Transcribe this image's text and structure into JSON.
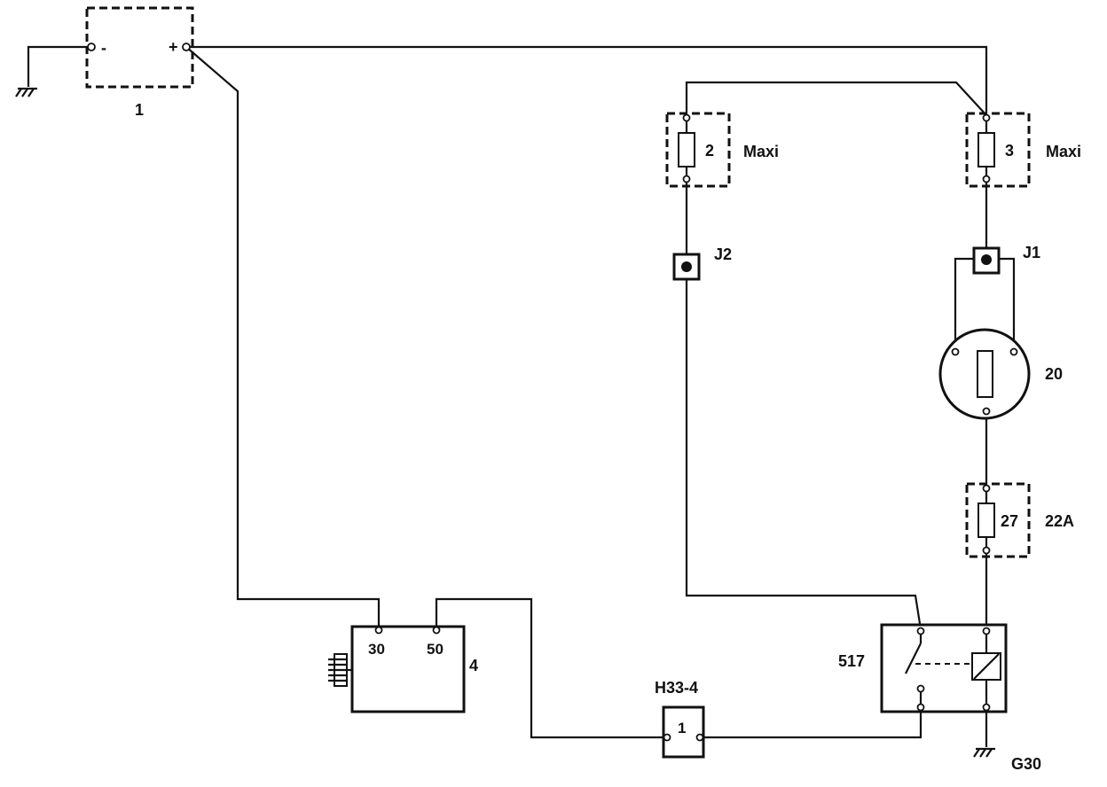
{
  "labels": {
    "battery": "1",
    "battery_minus": "-",
    "battery_plus": "+",
    "fuse_left_number": "2",
    "fuse_left_type": "Maxi",
    "fuse_right_number": "3",
    "fuse_right_type": "Maxi",
    "junction_left": "J2",
    "junction_right": "J1",
    "motor": "20",
    "fuse_lower_number": "27",
    "fuse_lower_box": "22A",
    "starter": "4",
    "starter_pin_30": "30",
    "starter_pin_50": "50",
    "connector": "H33-4",
    "connector_pin": "1",
    "relay": "517",
    "ground": "G30"
  },
  "colors": {
    "line": "#111111",
    "background": "#ffffff"
  }
}
